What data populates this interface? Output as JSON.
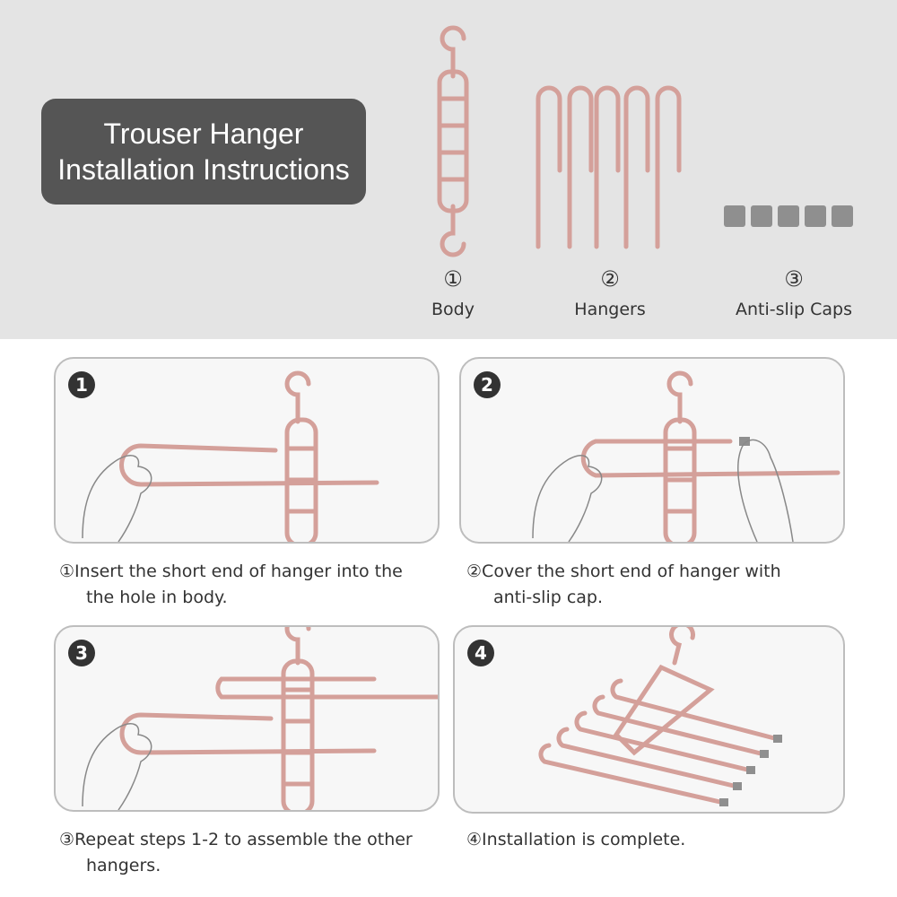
{
  "title": {
    "line1": "Trouser Hanger",
    "line2": "Installation Instructions"
  },
  "parts": [
    {
      "num": "①",
      "label": "Body"
    },
    {
      "num": "②",
      "label": "Hangers"
    },
    {
      "num": "③",
      "label": "Anti-slip Caps"
    }
  ],
  "steps": [
    {
      "badge": "1",
      "num": "①",
      "line1": "Insert the short end of hanger into the",
      "line2": "the hole in body."
    },
    {
      "badge": "2",
      "num": "②",
      "line1": "Cover the short end of hanger with",
      "line2": "anti-slip cap."
    },
    {
      "badge": "3",
      "num": "③",
      "line1": "Repeat steps 1-2 to assemble the other",
      "line2": "hangers."
    },
    {
      "badge": "4",
      "num": "④",
      "line1": "Installation is complete.",
      "line2": ""
    }
  ],
  "colors": {
    "hanger": "#d4a09a",
    "title_bg": "#555555",
    "band": "#e4e4e4"
  }
}
